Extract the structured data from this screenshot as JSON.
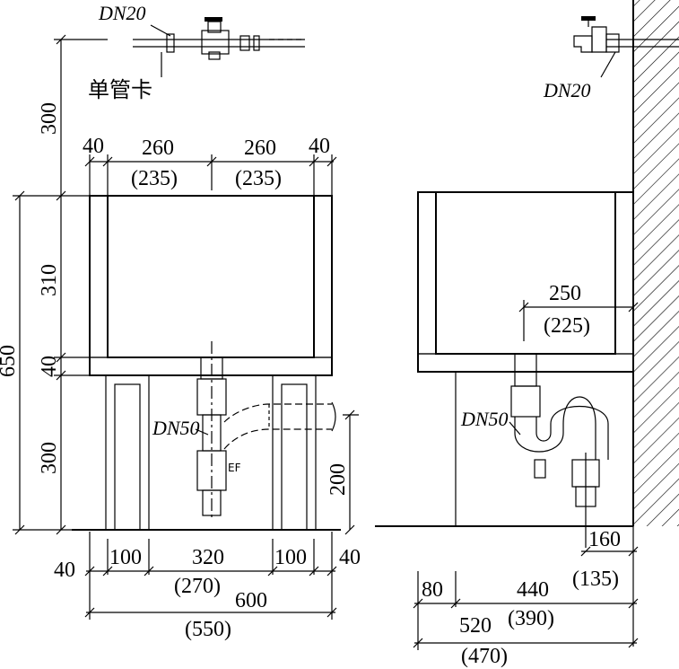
{
  "labels": {
    "pipe_water_left": "DN20",
    "pipe_water_right": "DN20",
    "pipe_clamp": "单管卡",
    "drain_left": "DN50",
    "drain_right": "DN50"
  },
  "dimensions_front": {
    "h_faucet": "300",
    "w_wall_left": "40",
    "w_half_left": "260",
    "w_half_left_alt": "(235)",
    "w_half_right": "260",
    "w_half_right_alt": "(235)",
    "w_wall_right": "40",
    "h_basin": "310",
    "h_total": "650",
    "h_bottom": "40",
    "h_leg": "300",
    "h_trap": "200",
    "b_40_left": "40",
    "b_100_left": "100",
    "b_320": "320",
    "b_320_alt": "(270)",
    "b_100_right": "100",
    "b_40_right": "40",
    "b_600": "600",
    "b_600_alt": "(550)"
  },
  "dimensions_side": {
    "d_250": "250",
    "d_250_alt": "(225)",
    "d_160": "160",
    "d_160_alt": "(135)",
    "b_80": "80",
    "b_440": "440",
    "b_440_alt": "(390)",
    "b_520": "520",
    "b_520_alt": "(470)"
  },
  "colors": {
    "line": "#000000",
    "background": "#ffffff"
  }
}
